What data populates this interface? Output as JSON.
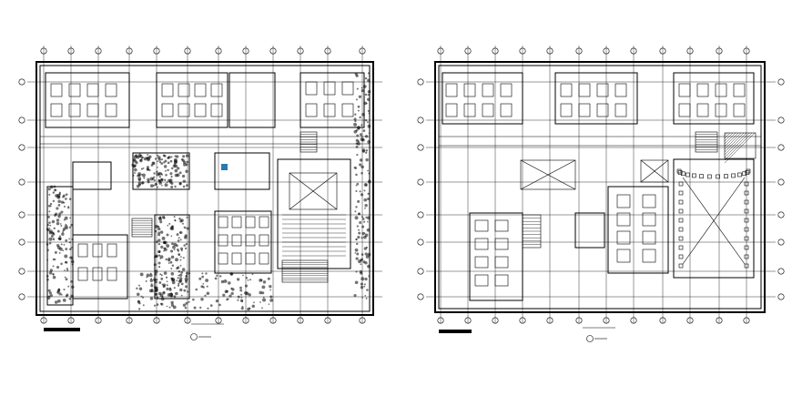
{
  "drawing": {
    "type": "architectural floor plans",
    "background": "#ffffff",
    "line_color": "#000000",
    "accent_color": "#2a7ab0"
  },
  "plans": [
    {
      "id": "left",
      "caption": "",
      "scale_note": ""
    },
    {
      "id": "right",
      "caption": "",
      "scale_note": ""
    }
  ]
}
